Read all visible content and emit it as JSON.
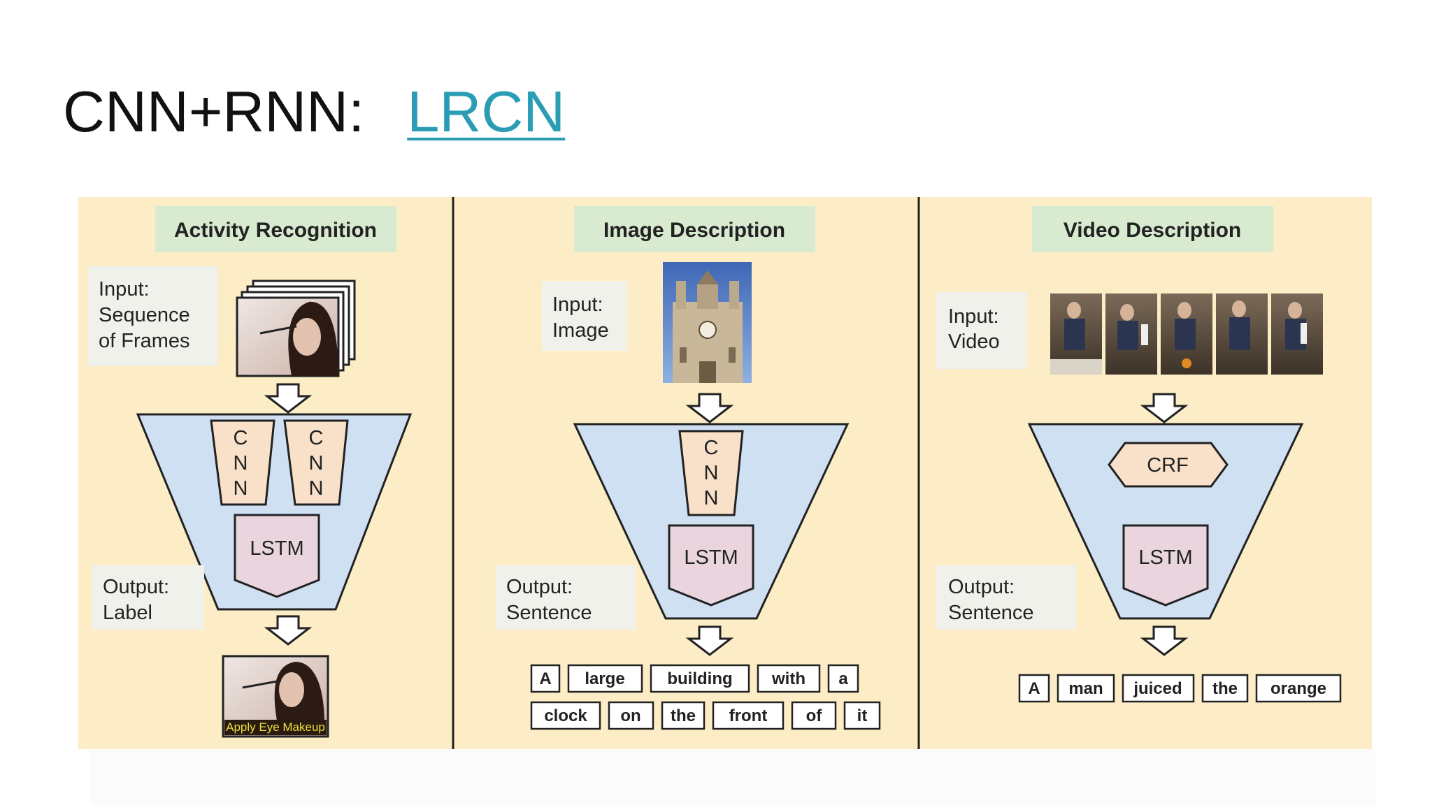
{
  "slide": {
    "title_prefix": "CNN+RNN:",
    "title_link": "LRCN"
  },
  "colors": {
    "panel_bg": "#fcedc6",
    "header_bg": "#d8ebd0",
    "label_box_bg": "#f1f1ec",
    "funnel_fill": "#cfe0f3",
    "cnn_fill": "#f8e0c9",
    "lstm_fill": "#ead5de",
    "link": "#2a9db5"
  },
  "panels": [
    {
      "header": "Activity Recognition",
      "input_lines": [
        "Input:",
        "Sequence",
        "of Frames"
      ],
      "cnn_columns": [
        [
          "C",
          "N",
          "N"
        ],
        [
          "C",
          "N",
          "N"
        ]
      ],
      "lstm": "LSTM",
      "output_lines": [
        "Output:",
        "Label"
      ],
      "output_image_caption": "Apply Eye Makeup"
    },
    {
      "header": "Image Description",
      "input_lines": [
        "Input:",
        "Image"
      ],
      "cnn_columns": [
        [
          "C",
          "N",
          "N"
        ]
      ],
      "lstm": "LSTM",
      "output_lines": [
        "Output:",
        "Sentence"
      ],
      "words_row1": [
        "A",
        "large",
        "building",
        "with",
        "a"
      ],
      "words_row2": [
        "clock",
        "on",
        "the",
        "front",
        "of",
        "it"
      ]
    },
    {
      "header": "Video Description",
      "input_lines": [
        "Input:",
        "Video"
      ],
      "crf": "CRF",
      "lstm": "LSTM",
      "output_lines": [
        "Output:",
        "Sentence"
      ],
      "words_row1": [
        "A",
        "man",
        "juiced",
        "the",
        "orange"
      ]
    }
  ]
}
